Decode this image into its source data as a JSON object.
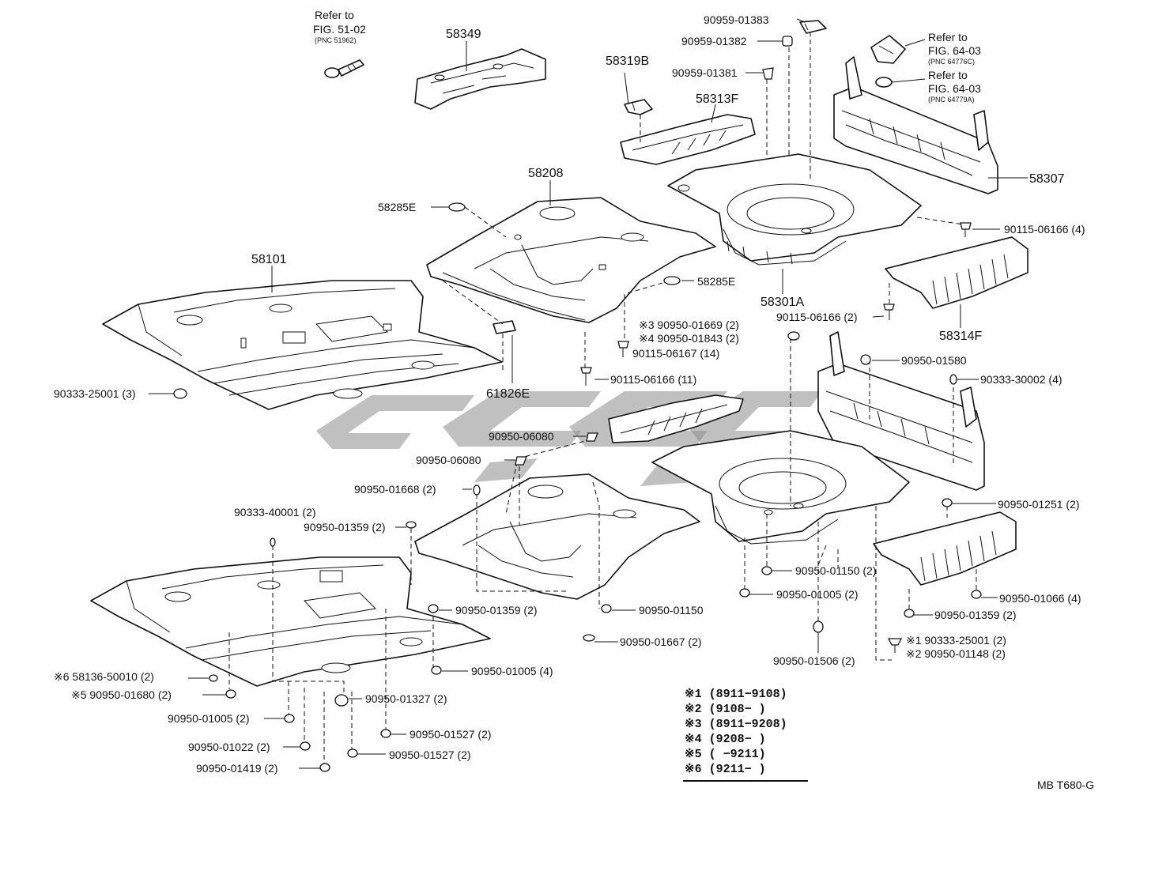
{
  "parts": {
    "p58349": "58349",
    "p58319B": "58319B",
    "p58313F": "58313F",
    "p58208": "58208",
    "p58285E_a": "58285E",
    "p58285E_b": "58285E",
    "p58101": "58101",
    "p58307": "58307",
    "p58301A": "58301A",
    "p58314F": "58314F",
    "p61826E": "61826E"
  },
  "refs": {
    "ref1_line1": "Refer to",
    "ref1_line2": "FIG. 51-02",
    "ref1_pnc": "(PNC 51962)",
    "ref2_line1": "Refer to",
    "ref2_line2": "FIG. 64-03",
    "ref2_pnc": "(PNC 64776C)",
    "ref3_line1": "Refer to",
    "ref3_line2": "FIG. 64-03",
    "ref3_pnc": "(PNC 64779A)"
  },
  "fasteners": {
    "f_90959_01383": "90959-01383",
    "f_90959_01382": "90959-01382",
    "f_90959_01381": "90959-01381",
    "f_90115_06166_4": "90115-06166 (4)",
    "f_90115_06166_2": "90115-06166 (2)",
    "f_x3_90950_01669": "※3 90950-01669 (2)",
    "f_x4_90950_01843": "※4 90950-01843 (2)",
    "f_90115_06167": "90115-06167 (14)",
    "f_90115_06166_11": "90115-06166 (11)",
    "f_90333_25001_3": "90333-25001 (3)",
    "f_90950_01580": "90950-01580",
    "f_90333_30002": "90333-30002 (4)",
    "f_90950_06080_a": "90950-06080",
    "f_90950_06080_b": "90950-06080",
    "f_90950_01668": "90950-01668 (2)",
    "f_90333_40001": "90333-40001 (2)",
    "f_90950_01359_a": "90950-01359 (2)",
    "f_90950_01359_b": "90950-01359 (2)",
    "f_90950_01150": "90950-01150",
    "f_90950_01667": "90950-01667 (2)",
    "f_90950_01005_4": "90950-01005 (4)",
    "f_x6_58136": "※6 58136-50010 (2)",
    "f_x5_90950_01680": "※5 90950-01680 (2)",
    "f_90950_01327": "90950-01327 (2)",
    "f_90950_01005_2a": "90950-01005 (2)",
    "f_90950_01527_a": "90950-01527 (2)",
    "f_90950_01022": "90950-01022 (2)",
    "f_90950_01527_b": "90950-01527 (2)",
    "f_90950_01419": "90950-01419 (2)",
    "f_90950_01251": "90950-01251 (2)",
    "f_90950_01150_2": "90950-01150 (2)",
    "f_90950_01005_2b": "90950-01005 (2)",
    "f_90950_01066": "90950-01066 (4)",
    "f_90950_01359_c": "90950-01359 (2)",
    "f_x1_90333_25001": "※1 90333-25001 (2)",
    "f_x2_90950_01148": "※2 90950-01148 (2)",
    "f_90950_01506": "90950-01506 (2)"
  },
  "legend": [
    "※1 (8911−9108)",
    "※2 (9108−     )",
    "※3 (8911−9208)",
    "※4 (9208−     )",
    "※5 (     −9211)",
    "※6 (9211−     )"
  ],
  "figure_code": "MB T680-G",
  "colors": {
    "line": "#111111",
    "background": "#ffffff",
    "watermark": "#8c8c8c"
  }
}
